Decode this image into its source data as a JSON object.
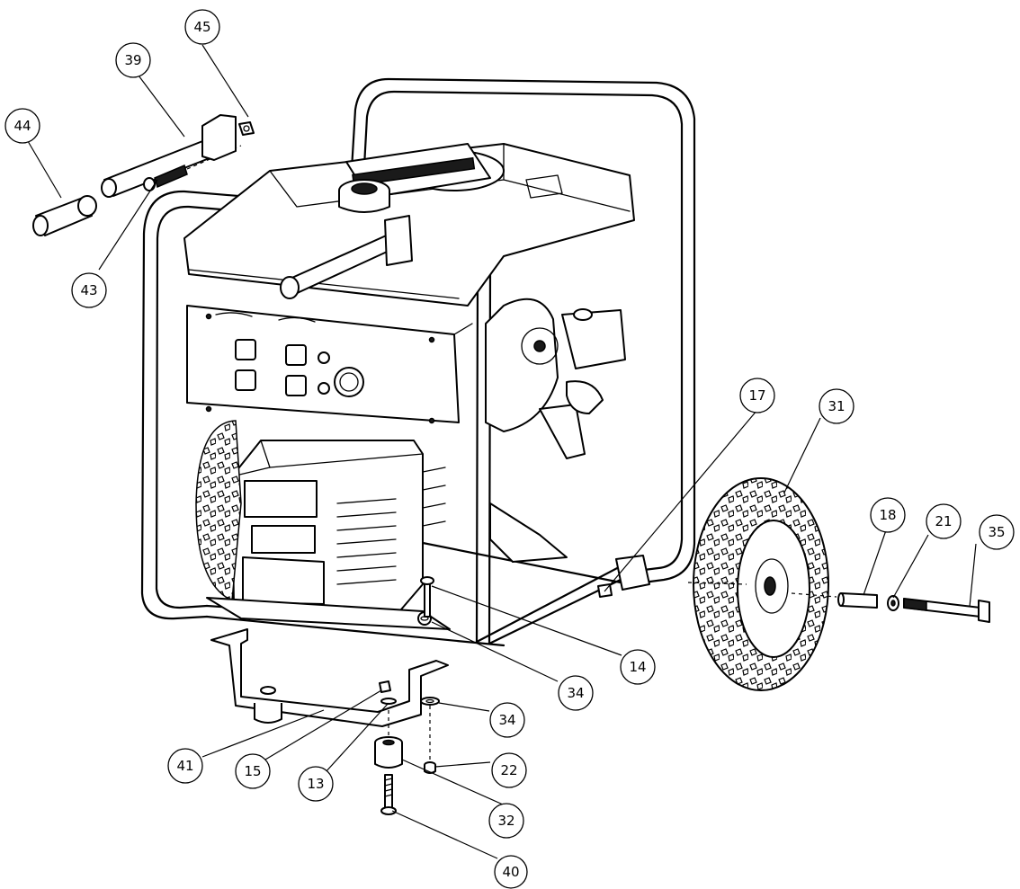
{
  "diagram": {
    "callouts": [
      {
        "id": "c45",
        "label": "45"
      },
      {
        "id": "c39",
        "label": "39"
      },
      {
        "id": "c44",
        "label": "44"
      },
      {
        "id": "c43",
        "label": "43"
      },
      {
        "id": "c17",
        "label": "17"
      },
      {
        "id": "c31",
        "label": "31"
      },
      {
        "id": "c18",
        "label": "18"
      },
      {
        "id": "c21",
        "label": "21"
      },
      {
        "id": "c35",
        "label": "35"
      },
      {
        "id": "c14",
        "label": "14"
      },
      {
        "id": "c34a",
        "label": "34"
      },
      {
        "id": "c34b",
        "label": "34"
      },
      {
        "id": "c41",
        "label": "41"
      },
      {
        "id": "c15",
        "label": "15"
      },
      {
        "id": "c13",
        "label": "13"
      },
      {
        "id": "c22",
        "label": "22"
      },
      {
        "id": "c32",
        "label": "32"
      },
      {
        "id": "c40",
        "label": "40"
      }
    ]
  }
}
